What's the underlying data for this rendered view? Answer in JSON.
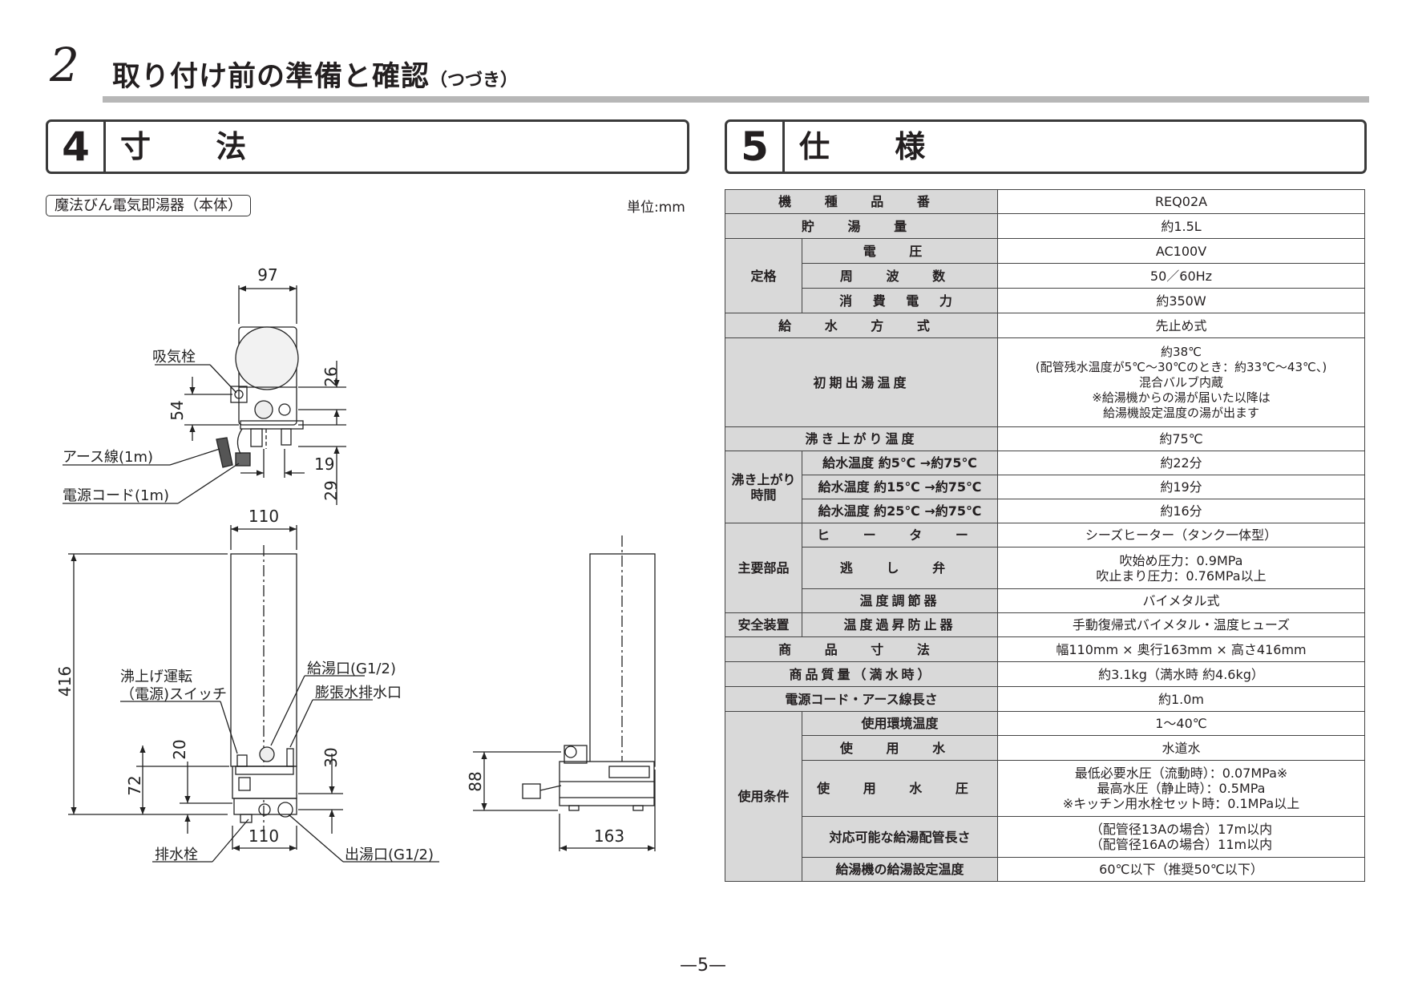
{
  "chapter": {
    "number": "2",
    "title": "取り付け前の準備と確認",
    "subtitle": "（つづき）"
  },
  "section4": {
    "number": "4",
    "title": "寸 法",
    "tag": "魔法びん電気即湯器（本体）",
    "unit": "単位:mm",
    "dims": {
      "top_width": "97",
      "d26": "26",
      "d54": "54",
      "d19": "19",
      "d29": "29",
      "front_width": "110",
      "height": "416",
      "d20": "20",
      "d30": "30",
      "d72": "72",
      "bottom_width": "110",
      "side_height": "88",
      "depth": "163"
    },
    "callouts": {
      "intake": "吸気栓",
      "earth": "アース線(1m)",
      "power": "電源コード(1m)",
      "switch_1": "沸上げ運転",
      "switch_2": "（電源)スイッチ",
      "hot_inlet": "給湯口(G1/2)",
      "expansion": "膨張水排水口",
      "drain": "排水栓",
      "outlet": "出湯口(G1/2)"
    }
  },
  "section5": {
    "number": "5",
    "title": "仕 様",
    "rows": {
      "model": {
        "label": "機 種 品 番",
        "value": "REQ02A"
      },
      "capacity": {
        "label": "貯 湯 量",
        "value": "約1.5L"
      },
      "rating": {
        "group": "定格",
        "voltage": {
          "label": "電 圧",
          "value": "AC100V"
        },
        "frequency": {
          "label": "周 波 数",
          "value": "50／60Hz"
        },
        "power": {
          "label": "消 費 電 力",
          "value": "約350W"
        }
      },
      "supply": {
        "label": "給 水 方 式",
        "value": "先止め式"
      },
      "initial_temp": {
        "label": "初期出湯温度",
        "v1": "約38℃",
        "v2": "配管残水温度が5℃～30℃のとき：約33℃～43℃、",
        "v3": "混合バルブ内蔵",
        "v4": "※給湯機からの湯が届いた以降は",
        "v5": "給湯機設定温度の湯が出ます"
      },
      "boil_temp": {
        "label": "沸き上がり温度",
        "value": "約75℃"
      },
      "boil_time": {
        "group_1": "沸き上がり",
        "group_2": "時間",
        "r1": {
          "label": "給水温度 約5℃ →約75℃",
          "value": "約22分"
        },
        "r2": {
          "label": "給水温度 約15℃ →約75℃",
          "value": "約19分"
        },
        "r3": {
          "label": "給水温度 約25℃ →約75℃",
          "value": "約16分"
        }
      },
      "main_parts": {
        "group": "主要部品",
        "heater": {
          "label": "ヒ ー タ ー",
          "value": "シーズヒーター（タンク一体型）"
        },
        "relief": {
          "label": "逃 し 弁",
          "v1": "吹始め圧力：0.9MPa",
          "v2": "吹止まり圧力：0.76MPa以上"
        },
        "thermostat": {
          "label": "温度調節器",
          "value": "バイメタル式"
        }
      },
      "safety": {
        "group": "安全装置",
        "label": "温度過昇防止器",
        "value": "手動復帰式バイメタル・温度ヒューズ"
      },
      "size": {
        "label": "商 品 寸 法",
        "value": "幅110mm × 奥行163mm × 高さ416mm"
      },
      "mass": {
        "label": "商品質量（満水時）",
        "value": "約3.1kg（満水時 約4.6kg）"
      },
      "cord": {
        "label": "電源コード・アース線長さ",
        "value": "約1.0m"
      },
      "conditions": {
        "group": "使用条件",
        "env": {
          "label": "使用環境温度",
          "value": "1～40℃"
        },
        "water": {
          "label": "使 用 水",
          "value": "水道水"
        },
        "pressure": {
          "label": "使 用 水 圧",
          "v1": "最低必要水圧（流動時）：0.07MPa※",
          "v2": "最高水圧（静止時）：0.5MPa",
          "v3": "※キッチン用水栓セット時：0.1MPa以上"
        },
        "pipe": {
          "label": "対応可能な給湯配管長さ",
          "v1": "（配管径13Aの場合）17m以内",
          "v2": "（配管径16Aの場合）11m以内"
        },
        "setting": {
          "label": "給湯機の給湯設定温度",
          "value": "60℃以下（推奨50℃以下）"
        }
      }
    }
  },
  "footer": {
    "page": "—5—"
  }
}
